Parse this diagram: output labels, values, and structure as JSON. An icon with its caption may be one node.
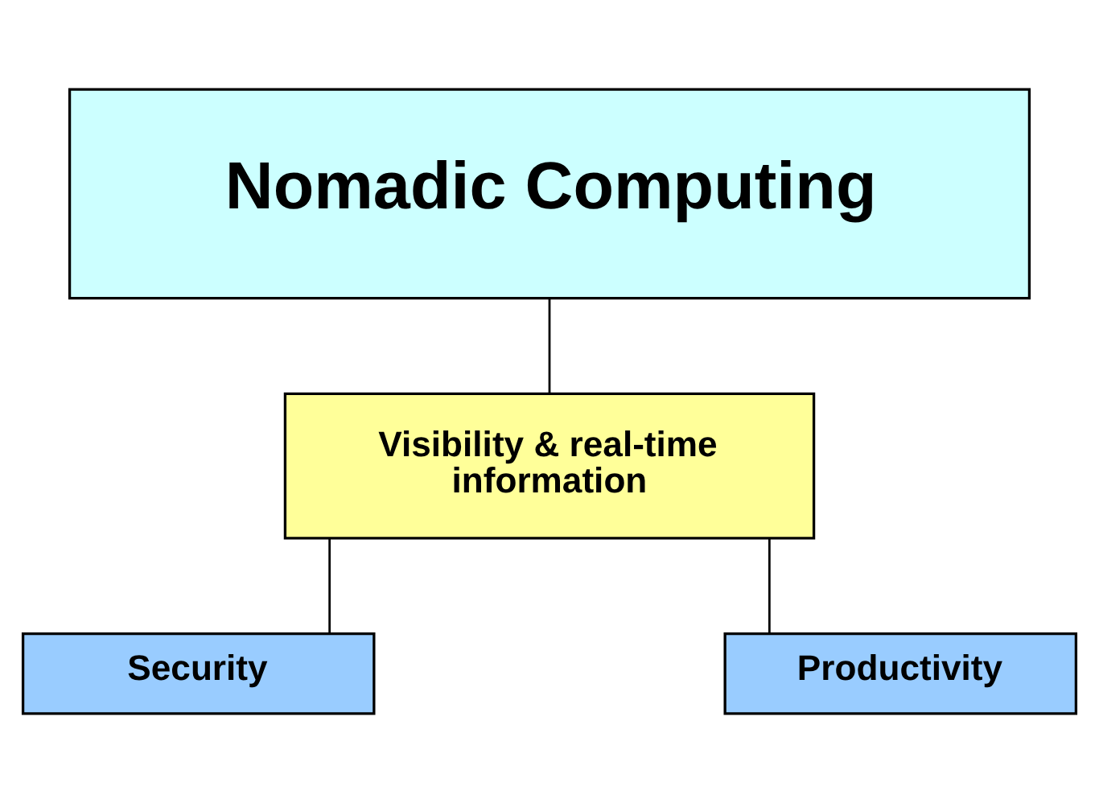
{
  "diagram": {
    "nodes": [
      {
        "text": [
          "Nomadic Computing"
        ]
      },
      {
        "text": [
          "Visibility & real-time information"
        ]
      },
      {
        "text": [
          "Security"
        ]
      },
      {
        "text": [
          "Productivity"
        ]
      }
    ],
    "edges": [
      {
        "from": 0,
        "to": 1,
        "arrow": "none"
      },
      {
        "from": 1,
        "to": 2,
        "arrow": "none"
      },
      {
        "from": 1,
        "to": 3,
        "arrow": "none"
      }
    ]
  }
}
